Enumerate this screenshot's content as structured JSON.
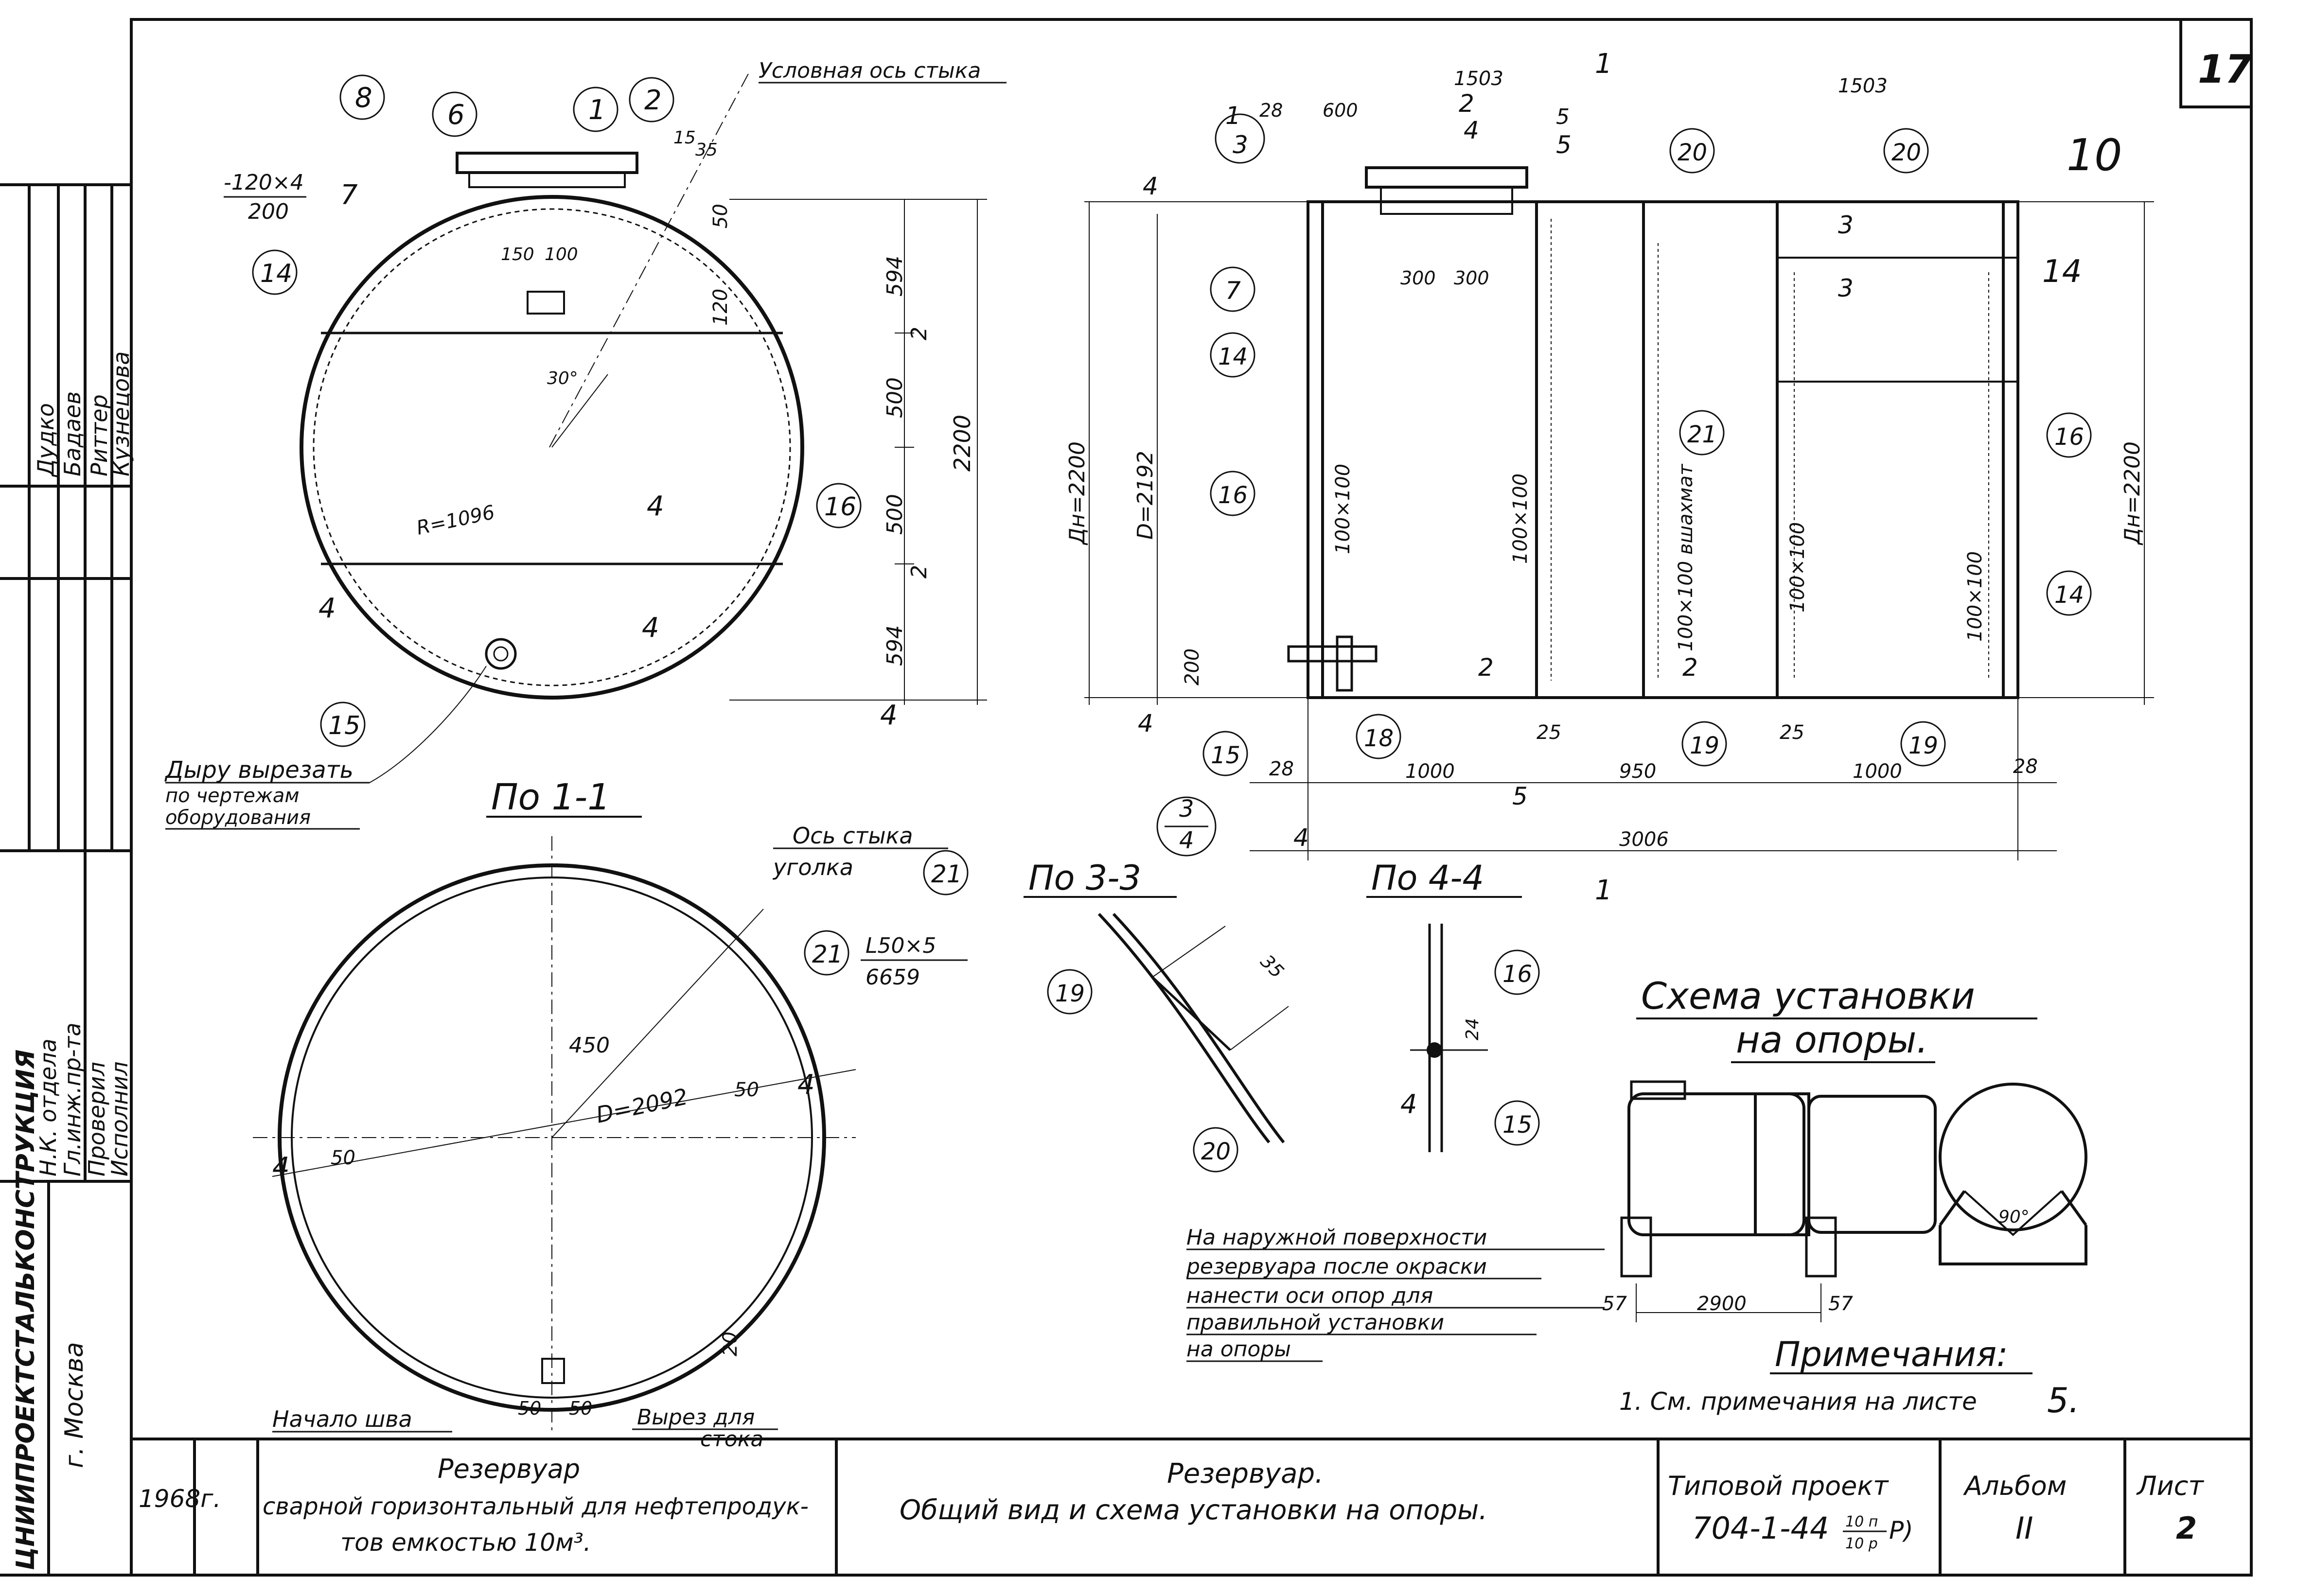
{
  "sheet_number": "17",
  "left_strip": {
    "org": "ЦНИИПРОЕКТСТАЛЬКОНСТРУКЦИЯ",
    "city": "г. Москва",
    "roles": [
      "Н.К. отдела",
      "Гл.инж.пр-та",
      "Проверил",
      "Исполнил"
    ],
    "names": [
      "Дудко",
      "Бадаев",
      "Риттер",
      "Кузнецова"
    ]
  },
  "top_view": {
    "callouts": [
      "8",
      "6",
      "1",
      "2",
      "7",
      "14",
      "16",
      "15"
    ],
    "flat_label_num": "-120×4",
    "flat_label_den": "200",
    "axis_label": "Условная ось стыка",
    "dims": [
      "594",
      "2",
      "500",
      "2200",
      "500",
      "2",
      "594",
      "50",
      "120",
      "150",
      "100",
      "15",
      "35"
    ],
    "radius": "R=1096",
    "angle": "30°",
    "cut_hole_note": [
      "Дыру вырезать",
      "по чертежам",
      "оборудования"
    ],
    "section_marks": [
      "4",
      "4",
      "4",
      "4"
    ]
  },
  "section_1_1": {
    "title": "По 1-1",
    "joint_label": [
      "Ось стыка",
      "уголка"
    ],
    "callout": "21",
    "angle_profile": "L50×5",
    "angle_length": "6659",
    "diameter": "D=2092",
    "dims": [
      "450",
      "50",
      "50",
      "20",
      "50",
      "50"
    ],
    "weld_start": "Начало шва",
    "drain_cut": [
      "Вырез для",
      "стока"
    ],
    "marks": [
      "4",
      "4"
    ]
  },
  "side_view": {
    "callouts_left": [
      "1",
      "3",
      "2",
      "4",
      "7",
      "14",
      "16",
      "15",
      "3",
      "4",
      "18"
    ],
    "callouts_right": [
      "20",
      "20",
      "21",
      "14",
      "16",
      "14",
      "19",
      "19",
      "10"
    ],
    "top_dims": [
      "1503",
      "1503",
      "28",
      "600",
      "5",
      "300",
      "300"
    ],
    "vertical_labels": [
      "Дн=2200",
      "D=2192",
      "100×100",
      "100×100",
      "100×100 вшахмат",
      "100×100",
      "100×100",
      "Дн=2200"
    ],
    "bottom_dims": [
      "28",
      "1000",
      "25",
      "950",
      "25",
      "1000",
      "28",
      "3006",
      "200"
    ],
    "sections": [
      "1",
      "1",
      "5",
      "5",
      "2",
      "2",
      "3",
      "3",
      "4",
      "4",
      "4"
    ]
  },
  "section_3_3": {
    "title": "По 3-3",
    "callouts": [
      "19",
      "20"
    ],
    "dim": "35"
  },
  "section_4_4": {
    "title": "По 4-4",
    "callouts": [
      "16",
      "15"
    ],
    "dim": "24",
    "mark": "4"
  },
  "support_scheme": {
    "title_line1": "Схема установки",
    "title_line2": "на опоры.",
    "dims": [
      "57",
      "2900",
      "57"
    ],
    "angle": "90°",
    "note": [
      "На наружной поверхности",
      "резервуара после окраски",
      "нанести оси опор для",
      "правильной установки",
      "на опоры"
    ]
  },
  "notes": {
    "heading": "Примечания:",
    "item": "1. См. примечания на листе",
    "item_sheet": "5."
  },
  "title_block": {
    "year": "1968г.",
    "product_l1": "Резервуар",
    "product_l2": "сварной горизонтальный для нефтепродук-",
    "product_l3": "тов емкостью 10м³.",
    "sheet_title_l1": "Резервуар.",
    "sheet_title_l2": "Общий вид и схема установки на опоры.",
    "project_label": "Типовой проект",
    "project_no": "704-1-44",
    "project_frac_num": "10 п",
    "project_frac_den": "10 р",
    "project_suffix": "Р)",
    "album_label": "Альбом",
    "album_no": "II",
    "sheet_label": "Лист",
    "sheet_no": "2"
  }
}
